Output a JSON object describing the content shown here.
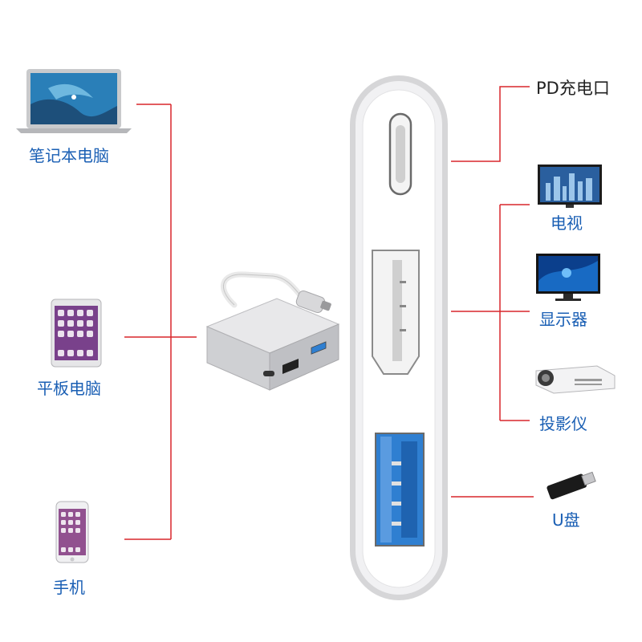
{
  "colors": {
    "connector_line": "#d9262b",
    "label_blue": "#1a5fb4",
    "label_dark": "#222222",
    "usb_blue": "#2f7fd1"
  },
  "left_devices": [
    {
      "label": "笔记本电脑",
      "icon": "laptop-icon"
    },
    {
      "label": "平板电脑",
      "icon": "tablet-icon"
    },
    {
      "label": "手机",
      "icon": "phone-icon"
    }
  ],
  "right_devices": {
    "pd_label": "PD充电口",
    "display_group": [
      {
        "label": "电视",
        "icon": "tv-icon"
      },
      {
        "label": "显示器",
        "icon": "monitor-icon"
      },
      {
        "label": "投影仪",
        "icon": "projector-icon"
      }
    ],
    "usb_label": "U盘",
    "usb_icon": "usb-drive-icon"
  },
  "adapter": {
    "ports": [
      "usb-c-port",
      "hdmi-port",
      "usb-a-port"
    ]
  }
}
